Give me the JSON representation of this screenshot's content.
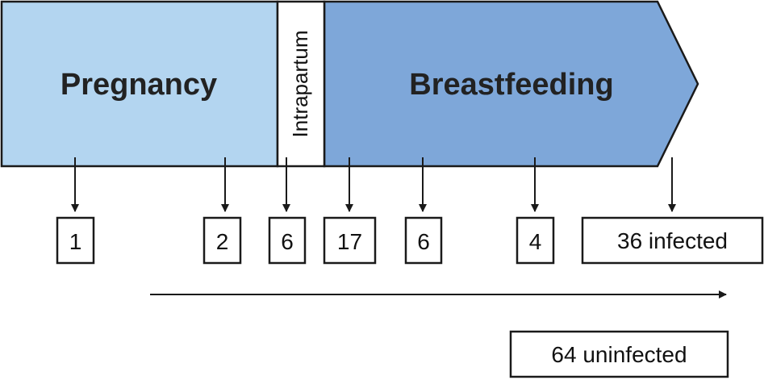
{
  "phases": {
    "pregnancy": "Pregnancy",
    "intrapartum": "Intrapartum",
    "breastfeeding": "Breastfeeding"
  },
  "counts": [
    "1",
    "2",
    "6",
    "17",
    "6",
    "4"
  ],
  "outcomes": {
    "infected": "36 infected",
    "uninfected": "64 uninfected"
  },
  "colors": {
    "pregnancy_fill": "#b3d5f0",
    "breastfeeding_fill": "#7ea7d9",
    "intrapartum_fill": "#ffffff",
    "stroke": "#1a1a1a"
  }
}
